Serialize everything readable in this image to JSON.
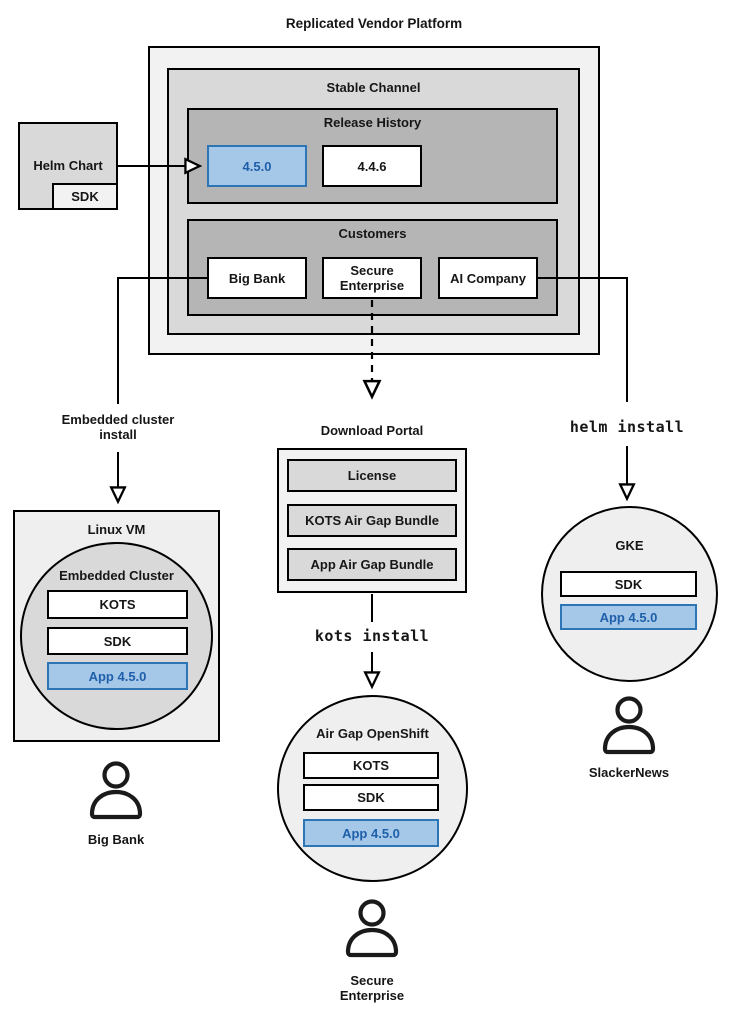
{
  "diagram_title": "Replicated Vendor Platform",
  "platform": {
    "stable_channel": {
      "title": "Stable Channel",
      "release_history": {
        "title": "Release History",
        "current_release": "4.5.0",
        "previous_release": "4.4.6"
      },
      "customers": {
        "title": "Customers",
        "items": [
          "Big Bank",
          "Secure Enterprise",
          "AI Company"
        ]
      }
    }
  },
  "helm_chart": {
    "title": "Helm Chart",
    "sdk": "SDK"
  },
  "left_branch": {
    "install_label": "Embedded cluster install",
    "vm_title": "Linux VM",
    "cluster_title": "Embedded Cluster",
    "components": [
      "KOTS",
      "SDK",
      "App 4.5.0"
    ],
    "user": "Big Bank"
  },
  "middle_branch": {
    "portal_title": "Download Portal",
    "portal_items": [
      "License",
      "KOTS Air Gap Bundle",
      "App Air Gap Bundle"
    ],
    "install_label": "kots install",
    "cluster_title": "Air Gap OpenShift",
    "components": [
      "KOTS",
      "SDK",
      "App 4.5.0"
    ],
    "user": "Secure Enterprise"
  },
  "right_branch": {
    "install_label": "helm install",
    "cluster_title": "GKE",
    "components": [
      "SDK",
      "App 4.5.0"
    ],
    "user": "SlackerNews"
  },
  "colors": {
    "highlight_fill": "#a5c8e9",
    "highlight_border": "#2e75b6",
    "highlight_text": "#1f5fa9",
    "container_lightest": "#f2f2f2",
    "container_light": "#d9d9d9",
    "container_medium": "#b5b5b5",
    "line": "#000000"
  }
}
